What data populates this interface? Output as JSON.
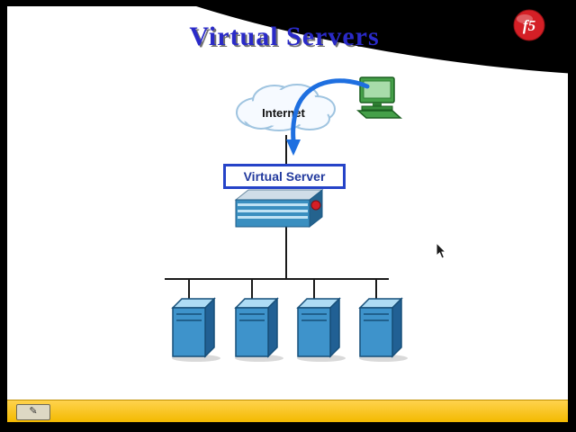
{
  "slide": {
    "title": "Virtual Servers",
    "brand": {
      "logo_text": "f5"
    },
    "diagram": {
      "cloud_label": "Internet",
      "virtual_server_label": "Virtual Server",
      "server_count": 4,
      "icons": [
        "internet-cloud-icon",
        "client-computer-icon",
        "traffic-arrow-icon",
        "bigip-appliance-icon",
        "server-tower-icon"
      ]
    },
    "toolbar": {
      "pen_tool_glyph": "✎"
    },
    "colors": {
      "title_blue": "#2a2ac8",
      "brand_red": "#d41f26",
      "box_border_blue": "#2543c8",
      "tower_blue": "#3e93cb",
      "bar_yellow": "#fdc500"
    }
  }
}
